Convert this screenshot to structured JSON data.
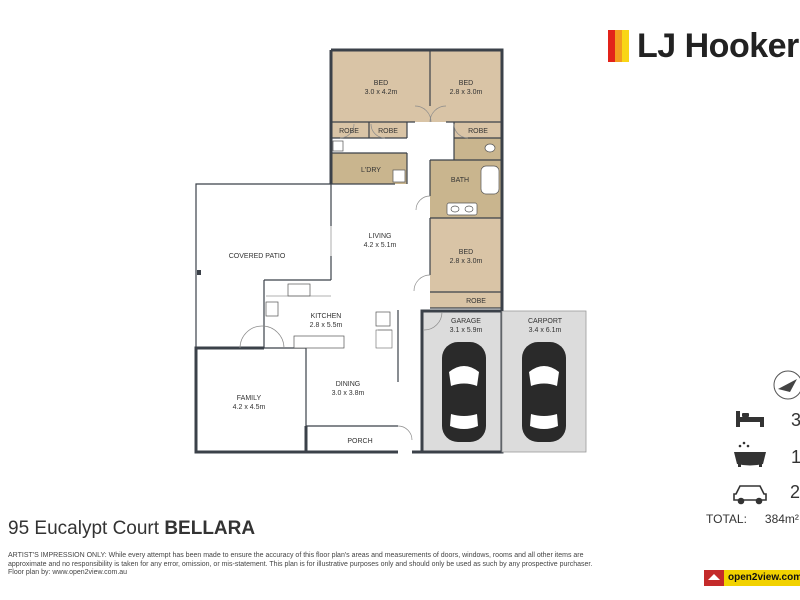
{
  "brand": {
    "name": "LJ Hooker",
    "bar_colors": [
      "#e2231a",
      "#f39c1f",
      "#f9d616"
    ]
  },
  "rooms": [
    {
      "id": "bed1",
      "name": "BED",
      "dims": "3.0 x 4.2m"
    },
    {
      "id": "bed2",
      "name": "BED",
      "dims": "2.8 x 3.0m"
    },
    {
      "id": "robe1",
      "name": "ROBE",
      "dims": ""
    },
    {
      "id": "robe2",
      "name": "ROBE",
      "dims": ""
    },
    {
      "id": "robe3",
      "name": "ROBE",
      "dims": ""
    },
    {
      "id": "laundry",
      "name": "L'DRY",
      "dims": ""
    },
    {
      "id": "bath",
      "name": "BATH",
      "dims": ""
    },
    {
      "id": "living",
      "name": "LIVING",
      "dims": "4.2 x 5.1m"
    },
    {
      "id": "covered-patio",
      "name": "COVERED PATIO",
      "dims": ""
    },
    {
      "id": "bed3",
      "name": "BED",
      "dims": "2.8 x 3.0m"
    },
    {
      "id": "robe4",
      "name": "ROBE",
      "dims": ""
    },
    {
      "id": "kitchen",
      "name": "KITCHEN",
      "dims": "2.8 x 5.5m"
    },
    {
      "id": "garage",
      "name": "GARAGE",
      "dims": "3.1 x 5.9m"
    },
    {
      "id": "carport",
      "name": "CARPORT",
      "dims": "3.4 x 6.1m"
    },
    {
      "id": "family",
      "name": "FAMILY",
      "dims": "4.2 x 4.5m"
    },
    {
      "id": "dining",
      "name": "DINING",
      "dims": "3.0 x 3.8m"
    },
    {
      "id": "porch",
      "name": "PORCH",
      "dims": ""
    }
  ],
  "colors": {
    "room_fill": "#d9c4a6",
    "wet_fill": "#c9b58e",
    "wall": "#3b4149",
    "parking_fill": "#dcdcdc",
    "car": "#2a2a2a"
  },
  "address": {
    "street": "95 Eucalypt Court",
    "suburb": "BELLARA"
  },
  "stats": {
    "beds": "3",
    "baths": "1",
    "cars": "2"
  },
  "total": {
    "label": "TOTAL:",
    "value": "384m²"
  },
  "disclaimer": {
    "line1": "ARTIST'S IMPRESSION ONLY: While every attempt has been made to ensure the accuracy of this floor plan's areas and measurements of doors, windows, rooms and all other items are",
    "line2": "approximate and no responsibility is taken for any error, omission, or mis-statement. This plan is for illustrative purposes only and should only be used as such by any prospective purchaser.",
    "line3": "Floor plan by: www.open2view.com.au"
  },
  "open2view": {
    "label": "open2view.com"
  },
  "icons": [
    "compass-icon",
    "bed-icon",
    "bath-icon",
    "car-icon",
    "open2view-logo-icon"
  ]
}
